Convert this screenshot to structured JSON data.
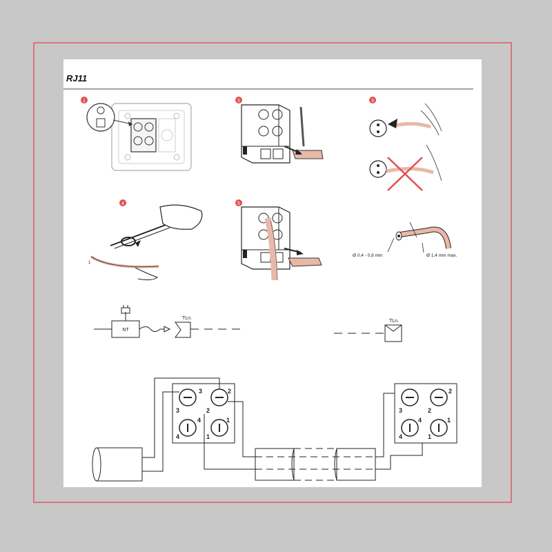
{
  "document": {
    "title": "RJ11",
    "colors": {
      "background": "#c8c8c8",
      "frame": "#d9737f",
      "sheet": "#ffffff",
      "wire": "#e8b8a8",
      "step_badge": "#e05050"
    }
  },
  "steps": [
    {
      "number": "1",
      "icon": "socket-terminal-block-icon"
    },
    {
      "number": "2",
      "icon": "insert-wire-terminal-icon"
    },
    {
      "number": "3",
      "icon": "wire-insertion-correct-incorrect-icon"
    },
    {
      "number": "4",
      "icon": "strip-wire-screwdriver-icon"
    },
    {
      "number": "5",
      "icon": "wired-terminal-block-icon"
    }
  ],
  "wire_spec": {
    "conductor_diameter": "Ø 0,4 - 0,8 mm",
    "insulation_diameter": "Ø 1,4 mm max."
  },
  "schematic": {
    "nt_label": "NT",
    "tln_label_left": "TLn.",
    "tln_label_right": "TLn."
  },
  "wiring": {
    "left_block_terminals": [
      "3",
      "2",
      "4",
      "1"
    ],
    "right_block_terminals": [
      "3",
      "2",
      "4",
      "1"
    ]
  }
}
